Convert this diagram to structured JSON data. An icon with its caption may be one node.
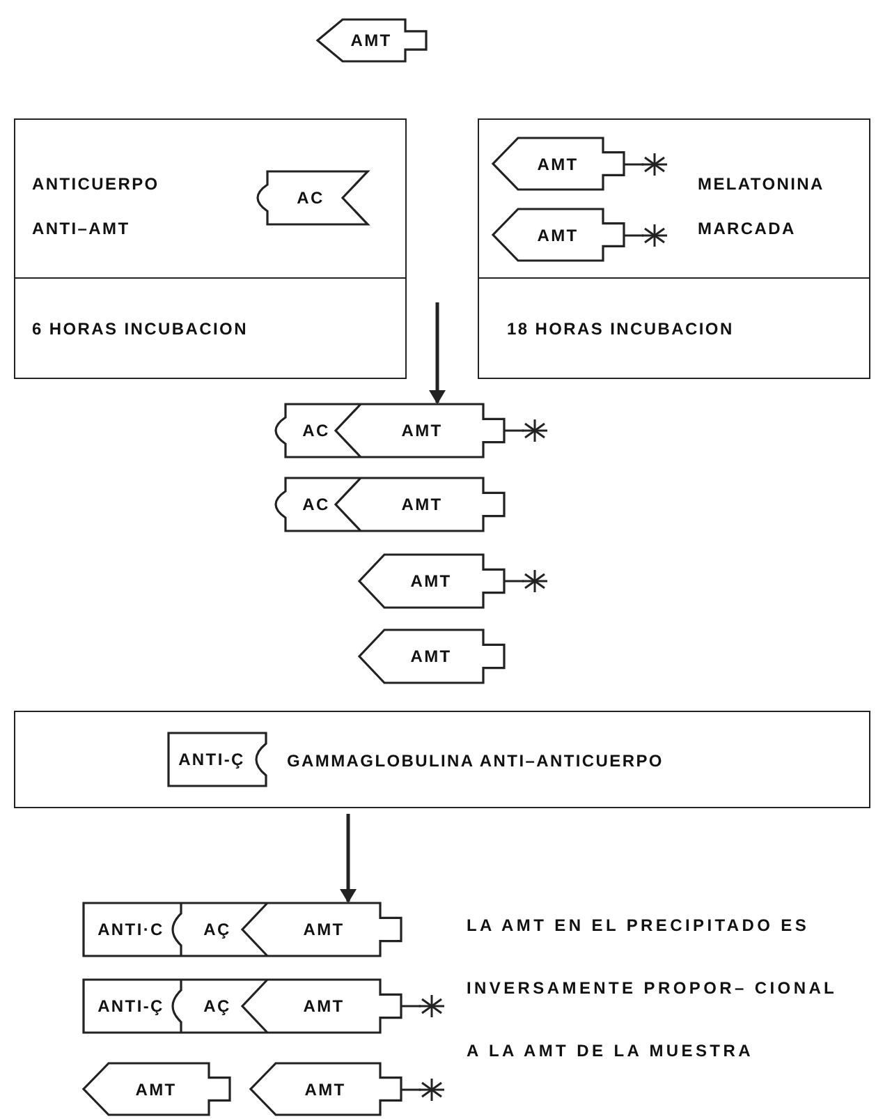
{
  "diagram": {
    "nodes": [
      {
        "text": [
          "AMT"
        ]
      },
      {
        "text": [
          "ANTICUERPO ANTI–AMT",
          "6 HORAS INCUBACION"
        ]
      },
      {
        "text": [
          "AC"
        ],
        "in": 1
      },
      {
        "text": [
          "MELATONINA MARCADA",
          "18 HORAS INCUBACION"
        ]
      },
      {
        "text": [
          "AMT"
        ],
        "in": 3
      },
      {
        "text": [
          "AMT"
        ],
        "in": 3
      },
      {
        "text": [
          "AC",
          "AMT"
        ]
      },
      {
        "text": [
          "AC",
          "AMT"
        ]
      },
      {
        "text": [
          "AMT"
        ]
      },
      {
        "text": [
          "AMT"
        ]
      },
      {
        "text": [
          "GAMMAGLOBULINA ANTI–ANTICUERPO"
        ]
      },
      {
        "text": [
          "ANTI-Ç"
        ],
        "in": 10
      },
      {
        "text": [
          "ANTI·C",
          "AÇ",
          "AMT"
        ]
      },
      {
        "text": [
          "ANTI-Ç",
          "AÇ",
          "AMT"
        ]
      },
      {
        "text": [
          "AMT"
        ]
      },
      {
        "text": [
          "AMT"
        ]
      }
    ],
    "edges": [
      {
        "from": null,
        "to": 6,
        "arrow": "to"
      },
      {
        "from": 10,
        "to": 12,
        "arrow": "to"
      }
    ],
    "labels": [
      "LA AMT EN EL PRECIPITADO ES INVERSAMENTE PROPOR– CIONAL A LA AMT DE LA MUESTRA"
    ]
  }
}
